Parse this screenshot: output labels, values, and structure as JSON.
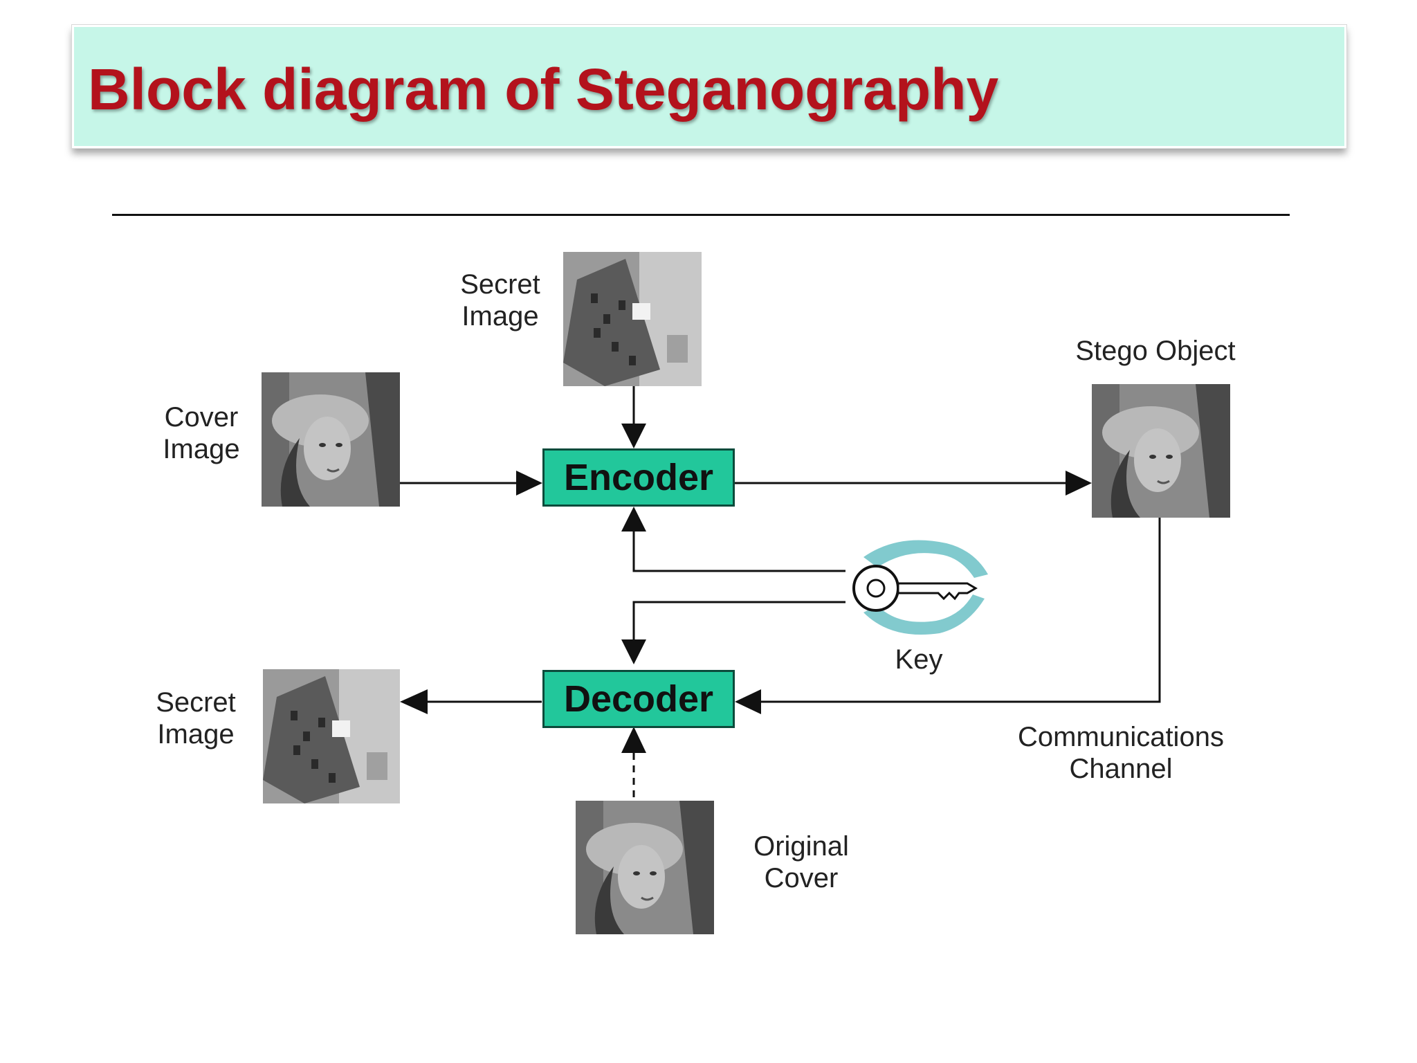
{
  "title": "Block diagram of Steganography",
  "colors": {
    "title_bg": "#c6f6e8",
    "title_text": "#b3121c",
    "block_fill": "#22c79b",
    "line": "#111111"
  },
  "diagram": {
    "encoder_label": "Encoder",
    "decoder_label": "Decoder",
    "labels": {
      "secret_image_top_line1": "Secret",
      "secret_image_top_line2": "Image",
      "cover_image_line1": "Cover",
      "cover_image_line2": "Image",
      "stego_object": "Stego Object",
      "key": "Key",
      "secret_image_out_line1": "Secret",
      "secret_image_out_line2": "Image",
      "comm_channel_line1": "Communications",
      "comm_channel_line2": "Channel",
      "original_cover_line1": "Original",
      "original_cover_line2": "Cover"
    },
    "images": {
      "secret_top": "circuit-board-photo",
      "cover": "portrait-photo",
      "stego": "portrait-photo",
      "secret_out": "circuit-board-photo",
      "original_cover": "portrait-photo",
      "key": "key-icon"
    }
  }
}
